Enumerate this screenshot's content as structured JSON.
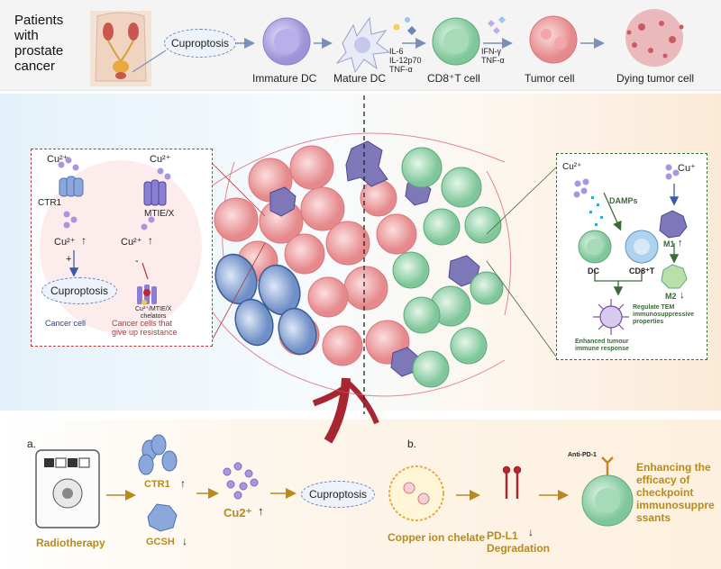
{
  "top": {
    "patients": "Patients\nwith\nprostate\ncancer",
    "cuproptosis": "Cuproptosis",
    "immature_dc": "Immature DC",
    "mature_dc": "Mature DC",
    "cytokines_1": "IL-6\nIL-12p70\nTNF-α",
    "cd8": "CD8⁺T cell",
    "cytokines_2": "IFN-γ\nTNF-α",
    "tumor_cell": "Tumor cell",
    "dying_tumor_cell": "Dying tumor cell"
  },
  "left_box": {
    "cu_left": "Cu²⁺",
    "cu_right": "Cu²⁺",
    "ctr1": "CTR1",
    "mtie": "MTIE/X",
    "cu_up": "Cu²⁺",
    "cu_up_arrow": "↑",
    "cu_down": "Cu²⁺",
    "cu_down_arrow": "↑",
    "plus": "+",
    "minus": "-",
    "cuproptosis": "Cuproptosis",
    "chelators": "Cu²⁺/MTIE/X\nchelators",
    "cancer_cell": "Cancer cell",
    "cancer_resist": "Cancer cells that\ngive up resistance"
  },
  "right_box": {
    "cu2": "Cu²⁺",
    "cu_plus": "Cu⁺",
    "damps": "DAMPs",
    "dc": "DC",
    "cd8": "CD8⁺T",
    "m1": "M1",
    "m1_arrow": "↑",
    "m2": "M2",
    "m2_arrow": "↓",
    "regulate": "Regulate TEM\nimmunosuppressive\nproperties",
    "enhanced": "Enhanced tumour\nimmune response"
  },
  "bottom_a": {
    "label": "a.",
    "radiotherapy": "Radiotherapy",
    "ctr1": "CTR1",
    "ctr1_arrow": "↑",
    "gcsh": "GCSH",
    "gcsh_arrow": "↓",
    "cu2": "Cu2⁺",
    "cu2_arrow": "↑",
    "cuproptosis": "Cuproptosis"
  },
  "bottom_b": {
    "label": "b.",
    "chelate": "Copper ion chelate",
    "pdl1": "PD-L1\nDegradation",
    "pdl1_arrow": "↓",
    "anti_pd1": "Anti-PD-1",
    "enhancing": "Enhancing the\nefficacy of\ncheckpoint\nimmunosuppre\nssants"
  },
  "colors": {
    "brand_red": "#b23a3a",
    "dark_green": "#3b6a3b",
    "gold": "#b98a1b",
    "navy": "#2b3e8c"
  }
}
